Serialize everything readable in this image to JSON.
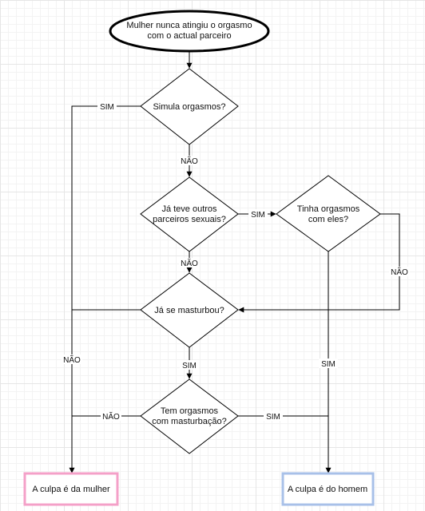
{
  "start": {
    "line1": "Mulher nunca atingiu o orgasmo",
    "line2": "com o actual parceiro"
  },
  "decisions": {
    "simula": {
      "line1": "Simula orgasmos?"
    },
    "outros": {
      "line1": "Já teve outros",
      "line2": "parceiros sexuais?"
    },
    "tinha": {
      "line1": "Tinha orgasmos",
      "line2": "com eles?"
    },
    "masturbou": {
      "line1": "Já se masturbou?"
    },
    "tem": {
      "line1": "Tem orgasmos",
      "line2": "com masturbação?"
    }
  },
  "edge_labels": {
    "simula_sim": "SIM",
    "simula_nao": "NÃO",
    "outros_sim": "SIM",
    "outros_nao": "NÃO",
    "tinha_nao": "NÃO",
    "tinha_sim": "SIM",
    "masturbou_nao": "NÃO",
    "masturbou_sim": "SIM",
    "tem_nao": "NÃO",
    "tem_sim": "SIM"
  },
  "outcomes": {
    "mulher": "A culpa é da mulher",
    "homem": "A culpa é do homem"
  },
  "colors": {
    "mulher_border": "#f4a0c8",
    "homem_border": "#a8c0e8",
    "line": "#000000"
  }
}
